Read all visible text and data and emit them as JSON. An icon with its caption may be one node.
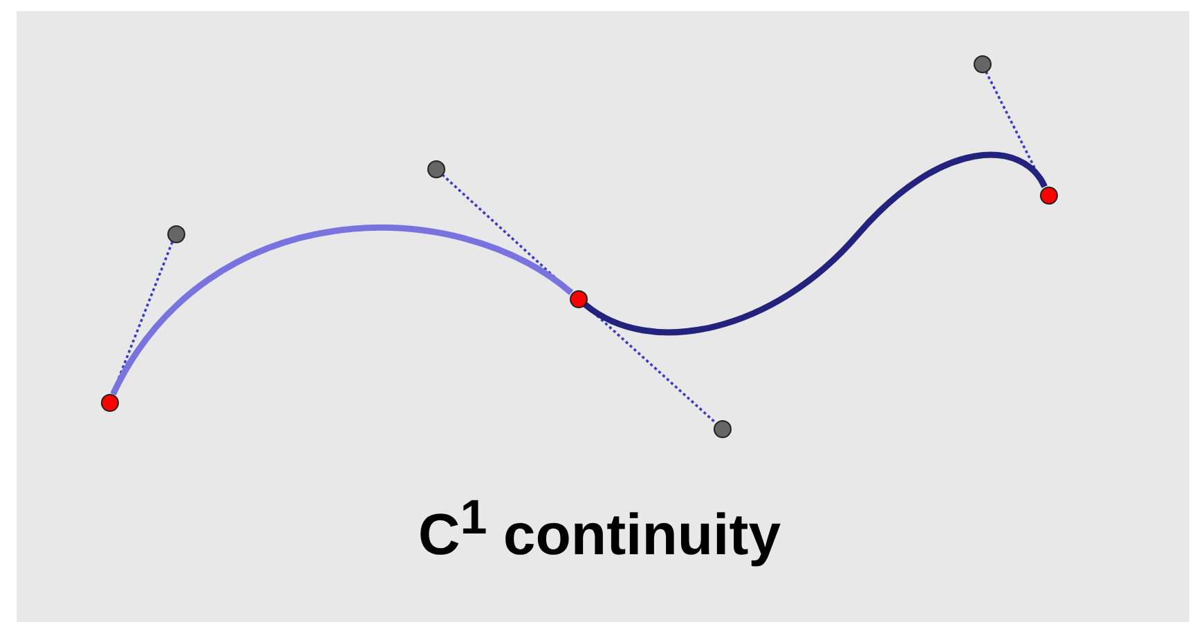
{
  "diagram": {
    "caption": "C$^{1}$ continuity",
    "nodes": [
      {
        "text": [],
        "shape": "circle"
      },
      {
        "text": [],
        "shape": "circle"
      },
      {
        "text": [],
        "shape": "circle"
      },
      {
        "text": [],
        "shape": "circle"
      },
      {
        "text": [],
        "shape": "circle"
      },
      {
        "text": [],
        "shape": "circle"
      },
      {
        "text": [],
        "shape": "circle"
      }
    ],
    "edges": [
      {
        "from": 0,
        "to": 1,
        "arrow": "none",
        "style": "dashed",
        "color": "#3b3bc4"
      },
      {
        "from": 2,
        "to": 3,
        "arrow": "none",
        "style": "dashed",
        "color": "#3b3bc4"
      },
      {
        "from": 3,
        "to": 4,
        "arrow": "none",
        "style": "dashed",
        "color": "#3b3bc4"
      },
      {
        "from": 5,
        "to": 6,
        "arrow": "none",
        "style": "dashed",
        "color": "#3b3bc4"
      },
      {
        "from": 0,
        "to": 3,
        "arrow": "none",
        "style": "thick",
        "color": "#7873de"
      },
      {
        "from": 3,
        "to": 6,
        "arrow": "none",
        "style": "thick",
        "color": "#23227c"
      }
    ]
  }
}
